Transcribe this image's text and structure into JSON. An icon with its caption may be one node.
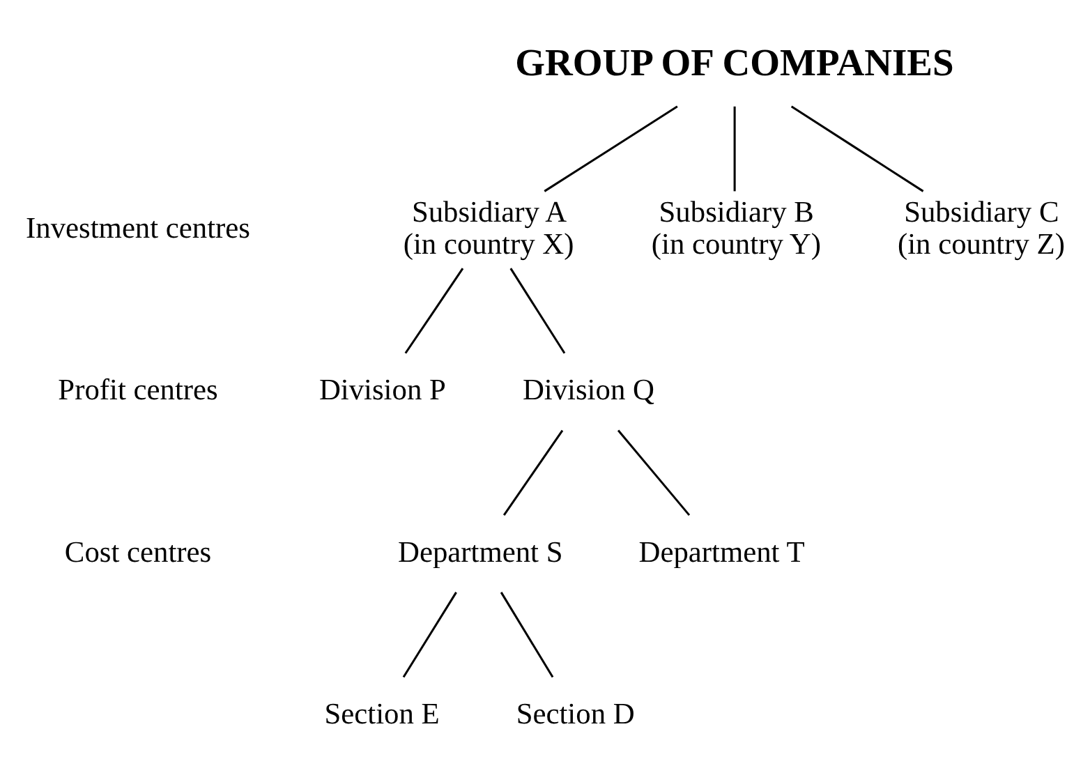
{
  "diagram": {
    "nodes": [
      {
        "text": [
          "GROUP OF COMPANIES"
        ]
      },
      {
        "text": [
          "Subsidiary A (in country X)"
        ]
      },
      {
        "text": [
          "Subsidiary B (in country Y)"
        ]
      },
      {
        "text": [
          "Subsidiary C (in country Z)"
        ]
      },
      {
        "text": [
          "Division P"
        ]
      },
      {
        "text": [
          "Division Q"
        ]
      },
      {
        "text": [
          "Department S"
        ]
      },
      {
        "text": [
          "Department T"
        ]
      },
      {
        "text": [
          "Section E"
        ]
      },
      {
        "text": [
          "Section D"
        ]
      }
    ],
    "edges": [
      {
        "from": 0,
        "to": 1,
        "arrow": "none"
      },
      {
        "from": 0,
        "to": 2,
        "arrow": "none"
      },
      {
        "from": 0,
        "to": 3,
        "arrow": "none"
      },
      {
        "from": 1,
        "to": 4,
        "arrow": "none"
      },
      {
        "from": 1,
        "to": 5,
        "arrow": "none"
      },
      {
        "from": 5,
        "to": 6,
        "arrow": "none"
      },
      {
        "from": 5,
        "to": 7,
        "arrow": "none"
      },
      {
        "from": 6,
        "to": 8,
        "arrow": "none"
      },
      {
        "from": 6,
        "to": 9,
        "arrow": "none"
      }
    ],
    "labels": [
      "Investment centres",
      "Profit centres",
      "Cost centres"
    ]
  }
}
